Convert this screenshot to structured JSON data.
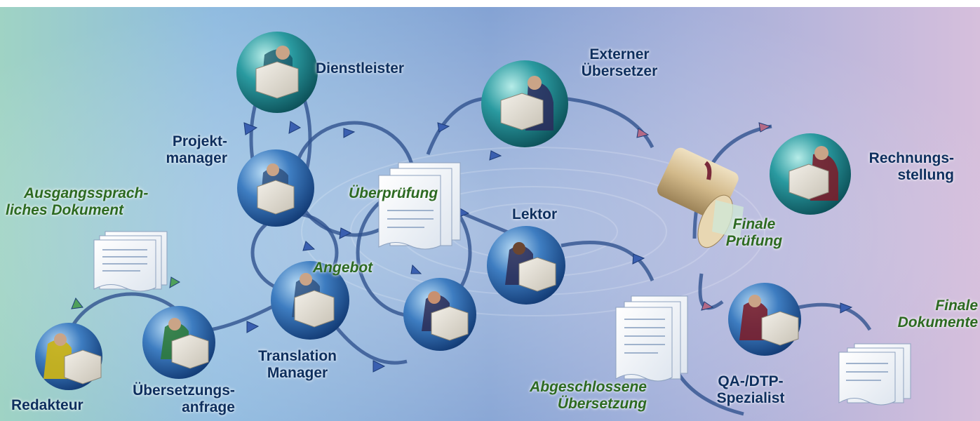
{
  "roles": {
    "dienstleister": "Dienstleister",
    "externer_line1": "Externer",
    "externer_line2": "Übersetzer",
    "projekt_line1": "Projekt-",
    "projekt_line2": "manager",
    "rechnung_line1": "Rechnungs-",
    "rechnung_line2": "stellung",
    "lektor": "Lektor",
    "translation_line1": "Translation",
    "translation_line2": "Manager",
    "redakteur": "Redakteur",
    "anfrage_line1": "Übersetzungs-",
    "anfrage_line2": "anfrage",
    "qa_line1": "QA-/DTP-",
    "qa_line2": "Spezialist"
  },
  "documents": {
    "ausgang_line1": "Ausgangssprach-",
    "ausgang_line2": "liches Dokument",
    "ueberpruefung": "Überprüfung",
    "angebot": "Angebot",
    "finale_pruefung_line1": "Finale",
    "finale_pruefung_line2": "Prüfung",
    "finale_dok_line1": "Finale",
    "finale_dok_line2": "Dokumente",
    "abgeschlossen_line1": "Abgeschlossene",
    "abgeschlossen_line2": "Übersetzung"
  },
  "colors": {
    "role_text": "#0e2f5e",
    "document_text": "#2d6a22",
    "blue_sphere": "#1d4f8f",
    "teal_sphere": "#136f78",
    "arrow": "#3a5fb0"
  }
}
